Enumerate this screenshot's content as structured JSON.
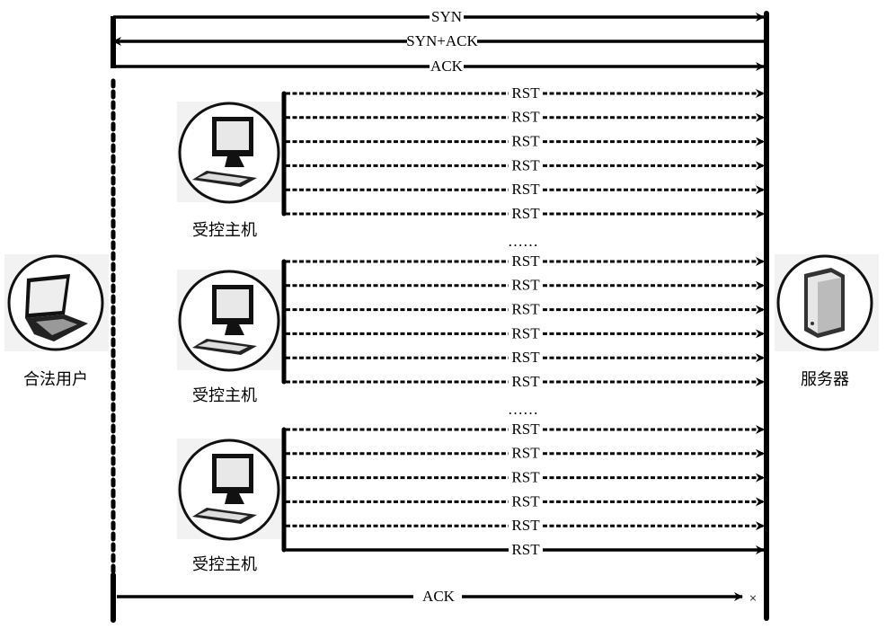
{
  "nodes": {
    "client_label": "合法用户",
    "server_label": "服务器",
    "bot_label": "受控主机"
  },
  "handshake": [
    {
      "label": "SYN",
      "direction": "to-server"
    },
    {
      "label": "SYN+ACK",
      "direction": "to-client"
    },
    {
      "label": "ACK",
      "direction": "to-server"
    }
  ],
  "rst_groups": [
    {
      "messages": [
        "RST",
        "RST",
        "RST",
        "RST",
        "RST",
        "RST"
      ],
      "last_solid": false
    },
    {
      "messages": [
        "RST",
        "RST",
        "RST",
        "RST",
        "RST",
        "RST"
      ],
      "last_solid": false
    },
    {
      "messages": [
        "RST",
        "RST",
        "RST",
        "RST",
        "RST",
        "RST"
      ],
      "last_solid": true
    }
  ],
  "ellipsis": "……",
  "final_ack": {
    "label": "ACK",
    "blocked_mark": "×"
  }
}
